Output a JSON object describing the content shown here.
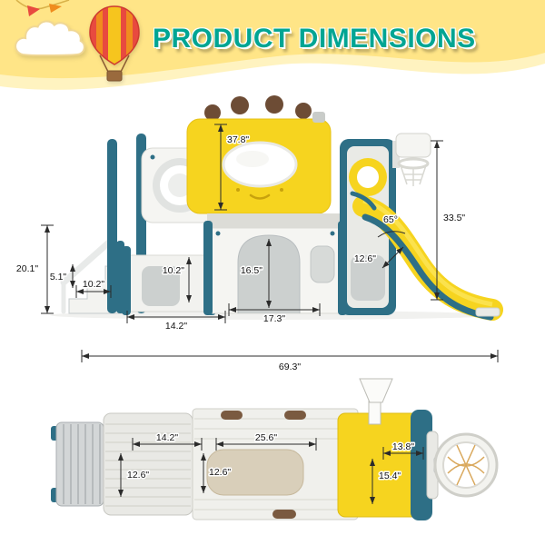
{
  "header": {
    "title": "PRODUCT DIMENSIONS"
  },
  "icons": {
    "cloud": "cloud-icon",
    "balloon": "hot-air-balloon-icon",
    "flags": "pennant-flags-icon",
    "hoop": "basketball-hoop-icon"
  },
  "colors": {
    "title_teal": "#00a593",
    "banner_yellow": "#ffe587",
    "product_yellow": "#f6d41f",
    "product_teal": "#2e6f86",
    "dimension_line": "#2b2b2b"
  },
  "side": {
    "dims": {
      "panel_height": "37.8\"",
      "total_height": "33.5\"",
      "slide_angle": "65°",
      "slide_width": "12.6\"",
      "left_height": "20.1\"",
      "step_height": "5.1\"",
      "ladder_depth": "10.2\"",
      "door_height": "10.2\"",
      "arch_height": "16.5\"",
      "left_base_width": "14.2\"",
      "center_base_width": "17.3\"",
      "overall_width": "69.3\""
    }
  },
  "top": {
    "dims": {
      "left_width": "14.2\"",
      "left_depth": "12.6\"",
      "center_width": "25.6\"",
      "center_depth": "12.6\"",
      "right_width": "13.8\"",
      "right_depth": "15.4\""
    }
  }
}
